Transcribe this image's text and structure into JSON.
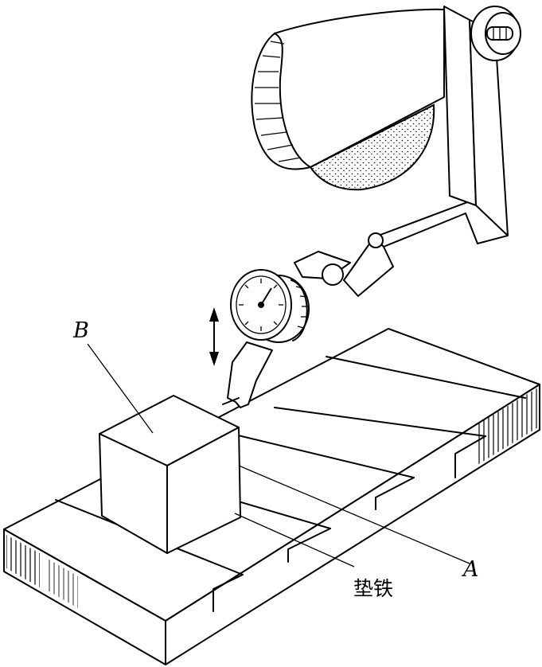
{
  "labels": {
    "block": "B",
    "surface": "A",
    "shim": "垫铁"
  }
}
